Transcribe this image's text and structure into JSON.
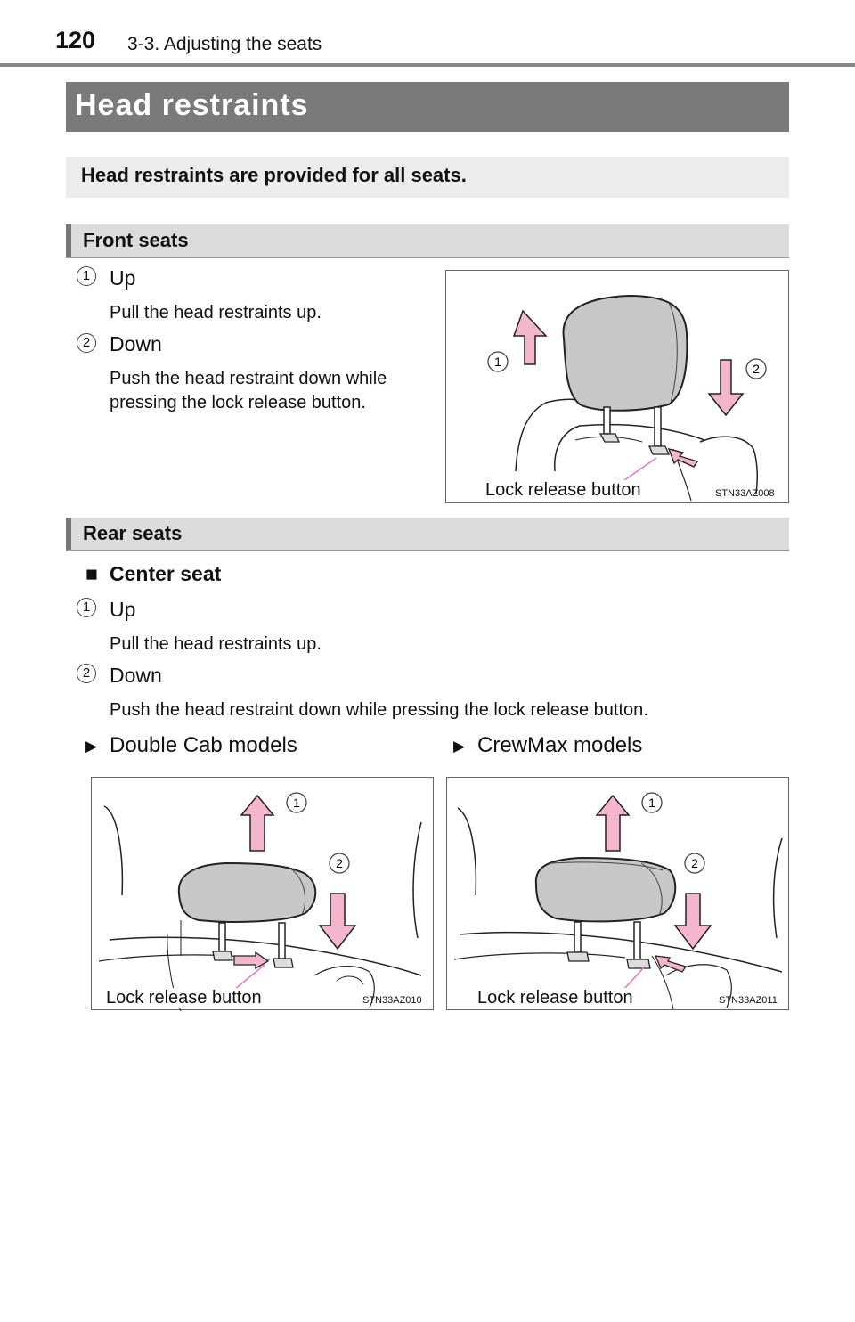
{
  "header": {
    "page_number": "120",
    "section": "3-3. Adjusting the seats"
  },
  "title": "Head restraints",
  "intro": "Head restraints are provided for all seats.",
  "front": {
    "heading": "Front seats",
    "steps": [
      {
        "num": "1",
        "label": "Up",
        "desc": "Pull the head restraints up."
      },
      {
        "num": "2",
        "label": "Down",
        "desc_line1": "Push the head restraint down while",
        "desc_line2": "pressing the lock release button."
      }
    ],
    "figure": {
      "label": "Lock release button",
      "code": "STN33AZ008",
      "num1": "1",
      "num2": "2"
    }
  },
  "rear": {
    "heading": "Rear seats",
    "subheading_marker": "■",
    "subheading": "Center seat",
    "steps": [
      {
        "num": "1",
        "label": "Up",
        "desc": "Pull the head restraints up."
      },
      {
        "num": "2",
        "label": "Down",
        "desc": "Push the head restraint down while pressing the lock release button."
      }
    ],
    "models": [
      {
        "marker": "▶",
        "name": "Double Cab models",
        "figure": {
          "label": "Lock release button",
          "code": "STN33AZ010",
          "num1": "1",
          "num2": "2"
        }
      },
      {
        "marker": "▶",
        "name": "CrewMax models",
        "figure": {
          "label": "Lock release button",
          "code": "STN33AZ011",
          "num1": "1",
          "num2": "2"
        }
      }
    ]
  },
  "colors": {
    "arrow_fill": "#f4b6cc",
    "title_bar": "#7a7a7a",
    "section_bar": "#dcdcdc",
    "restraint": "#c8c8c8",
    "pointer": "#e07ad0"
  }
}
